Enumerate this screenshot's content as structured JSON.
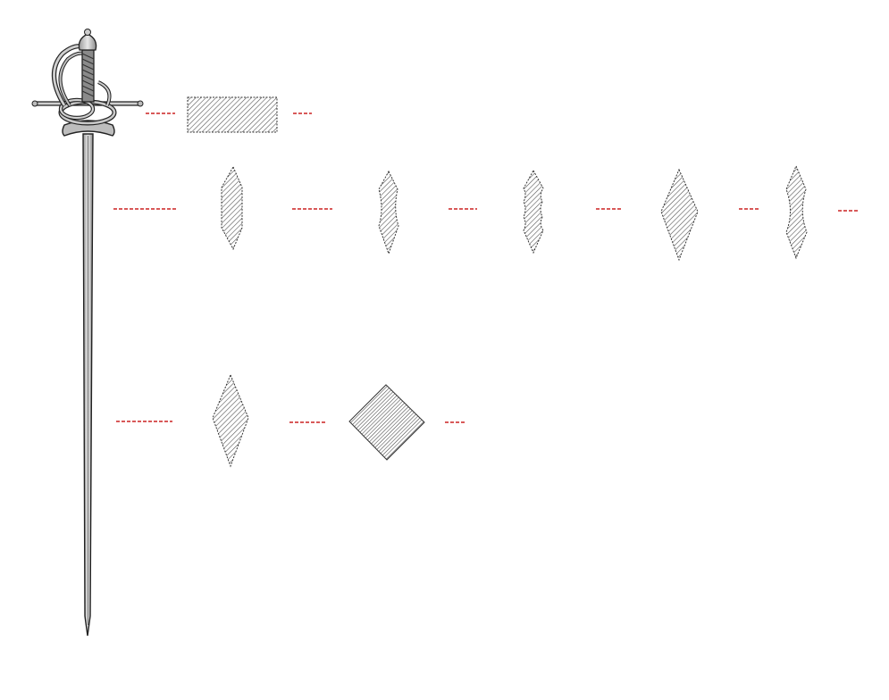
{
  "figure": {
    "subject": "rapier-sword-icon",
    "leader_color": "#cc2222",
    "hatch_color": "#555555",
    "outline_color": "#333333",
    "rows": [
      {
        "id": "hilt-section",
        "shapes": [
          "rectangle"
        ]
      },
      {
        "id": "blade-sections-1",
        "shapes": [
          "hexagonal-lenticular",
          "hollow-ground",
          "fluted-hollow-ground",
          "diamond",
          "concave-hollow-ground"
        ]
      },
      {
        "id": "blade-sections-2",
        "shapes": [
          "diamond",
          "square-rotated"
        ]
      }
    ]
  }
}
